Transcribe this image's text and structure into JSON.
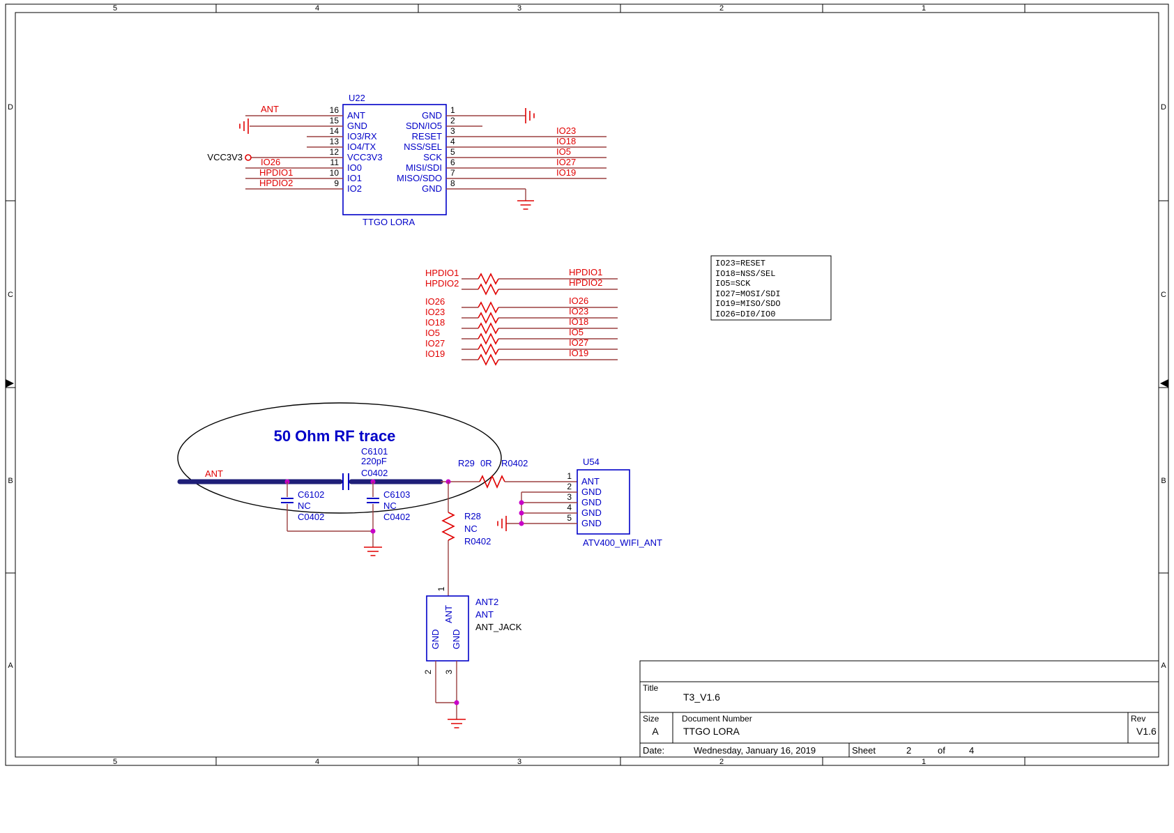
{
  "sheet": {
    "columns": [
      "5",
      "4",
      "3",
      "2",
      "1"
    ],
    "rows": [
      "D",
      "C",
      "B",
      "A"
    ]
  },
  "u22": {
    "refdes": "U22",
    "part": "TTGO LORA",
    "left_pins": [
      {
        "num": "16",
        "name": "ANT"
      },
      {
        "num": "15",
        "name": "GND"
      },
      {
        "num": "14",
        "name": "IO3/RX"
      },
      {
        "num": "13",
        "name": "IO4/TX"
      },
      {
        "num": "12",
        "name": "VCC3V3"
      },
      {
        "num": "11",
        "name": "IO0"
      },
      {
        "num": "10",
        "name": "IO1"
      },
      {
        "num": "9",
        "name": "IO2"
      }
    ],
    "right_pins": [
      {
        "num": "1",
        "name": "GND"
      },
      {
        "num": "2",
        "name": "SDN/IO5"
      },
      {
        "num": "3",
        "name": "RESET"
      },
      {
        "num": "4",
        "name": "NSS/SEL"
      },
      {
        "num": "5",
        "name": "SCK"
      },
      {
        "num": "6",
        "name": "MISI/SDI"
      },
      {
        "num": "7",
        "name": "MISO/SDO"
      },
      {
        "num": "8",
        "name": "GND"
      }
    ],
    "nets": {
      "ant": "ANT",
      "vcc": "VCC3V3",
      "io26": "IO26",
      "hpdio1": "HPDIO1",
      "hpdio2": "HPDIO2",
      "io23": "IO23",
      "io18": "IO18",
      "io5": "IO5",
      "io27": "IO27",
      "io19": "IO19"
    }
  },
  "links": [
    {
      "left": "HPDIO1",
      "right": "HPDIO1"
    },
    {
      "left": "HPDIO2",
      "right": "HPDIO2"
    },
    {
      "left": "IO26",
      "right": "IO26"
    },
    {
      "left": "IO23",
      "right": "IO23"
    },
    {
      "left": "IO18",
      "right": "IO18"
    },
    {
      "left": "IO5",
      "right": "IO5"
    },
    {
      "left": "IO27",
      "right": "IO27"
    },
    {
      "left": "IO19",
      "right": "IO19"
    }
  ],
  "note": {
    "lines": [
      "IO23=RESET",
      "IO18=NSS/SEL",
      "IO5=SCK",
      "IO27=MOSI/SDI",
      "IO19=MISO/SDO",
      "IO26=DI0/IO0"
    ]
  },
  "rf": {
    "callout": "50 Ohm RF trace",
    "ant": "ANT",
    "c6101": {
      "ref": "C6101",
      "value": "220pF",
      "fp": "C0402"
    },
    "c6102": {
      "ref": "C6102",
      "value": "NC",
      "fp": "C0402"
    },
    "c6103": {
      "ref": "C6103",
      "value": "NC",
      "fp": "C0402"
    },
    "r29": {
      "ref": "R29",
      "value": "0R",
      "fp": "R0402"
    },
    "r28": {
      "ref": "R28",
      "value": "NC",
      "fp": "R0402"
    }
  },
  "u54": {
    "refdes": "U54",
    "part": "ATV400_WIFI_ANT",
    "pins": [
      {
        "num": "1",
        "name": "ANT"
      },
      {
        "num": "2",
        "name": "GND"
      },
      {
        "num": "3",
        "name": "GND"
      },
      {
        "num": "4",
        "name": "GND"
      },
      {
        "num": "5",
        "name": "GND"
      }
    ]
  },
  "jack": {
    "ref": "ANT2",
    "value": "ANT",
    "fp": "ANT_JACK",
    "pin1": "1",
    "pin2": "2",
    "pin3": "3",
    "pin_ant": "ANT",
    "pin_gnd1": "GND",
    "pin_gnd2": "GND"
  },
  "titleblock": {
    "title_label": "Title",
    "title": "T3_V1.6",
    "size_label": "Size",
    "size": "A",
    "doc_label": "Document Number",
    "doc": "TTGO LORA",
    "rev_label": "Rev",
    "rev": "V1.6",
    "date_label": "Date:",
    "date": "Wednesday, January 16, 2019",
    "sheet_label": "Sheet",
    "sheet": "2",
    "of": "of",
    "total": "4"
  },
  "colors": {
    "wire": "#9B4040",
    "net": "#E00000",
    "component": "#0000C8",
    "trace": "#1F1F78",
    "junction": "#C800C8",
    "ink": "#000000"
  }
}
